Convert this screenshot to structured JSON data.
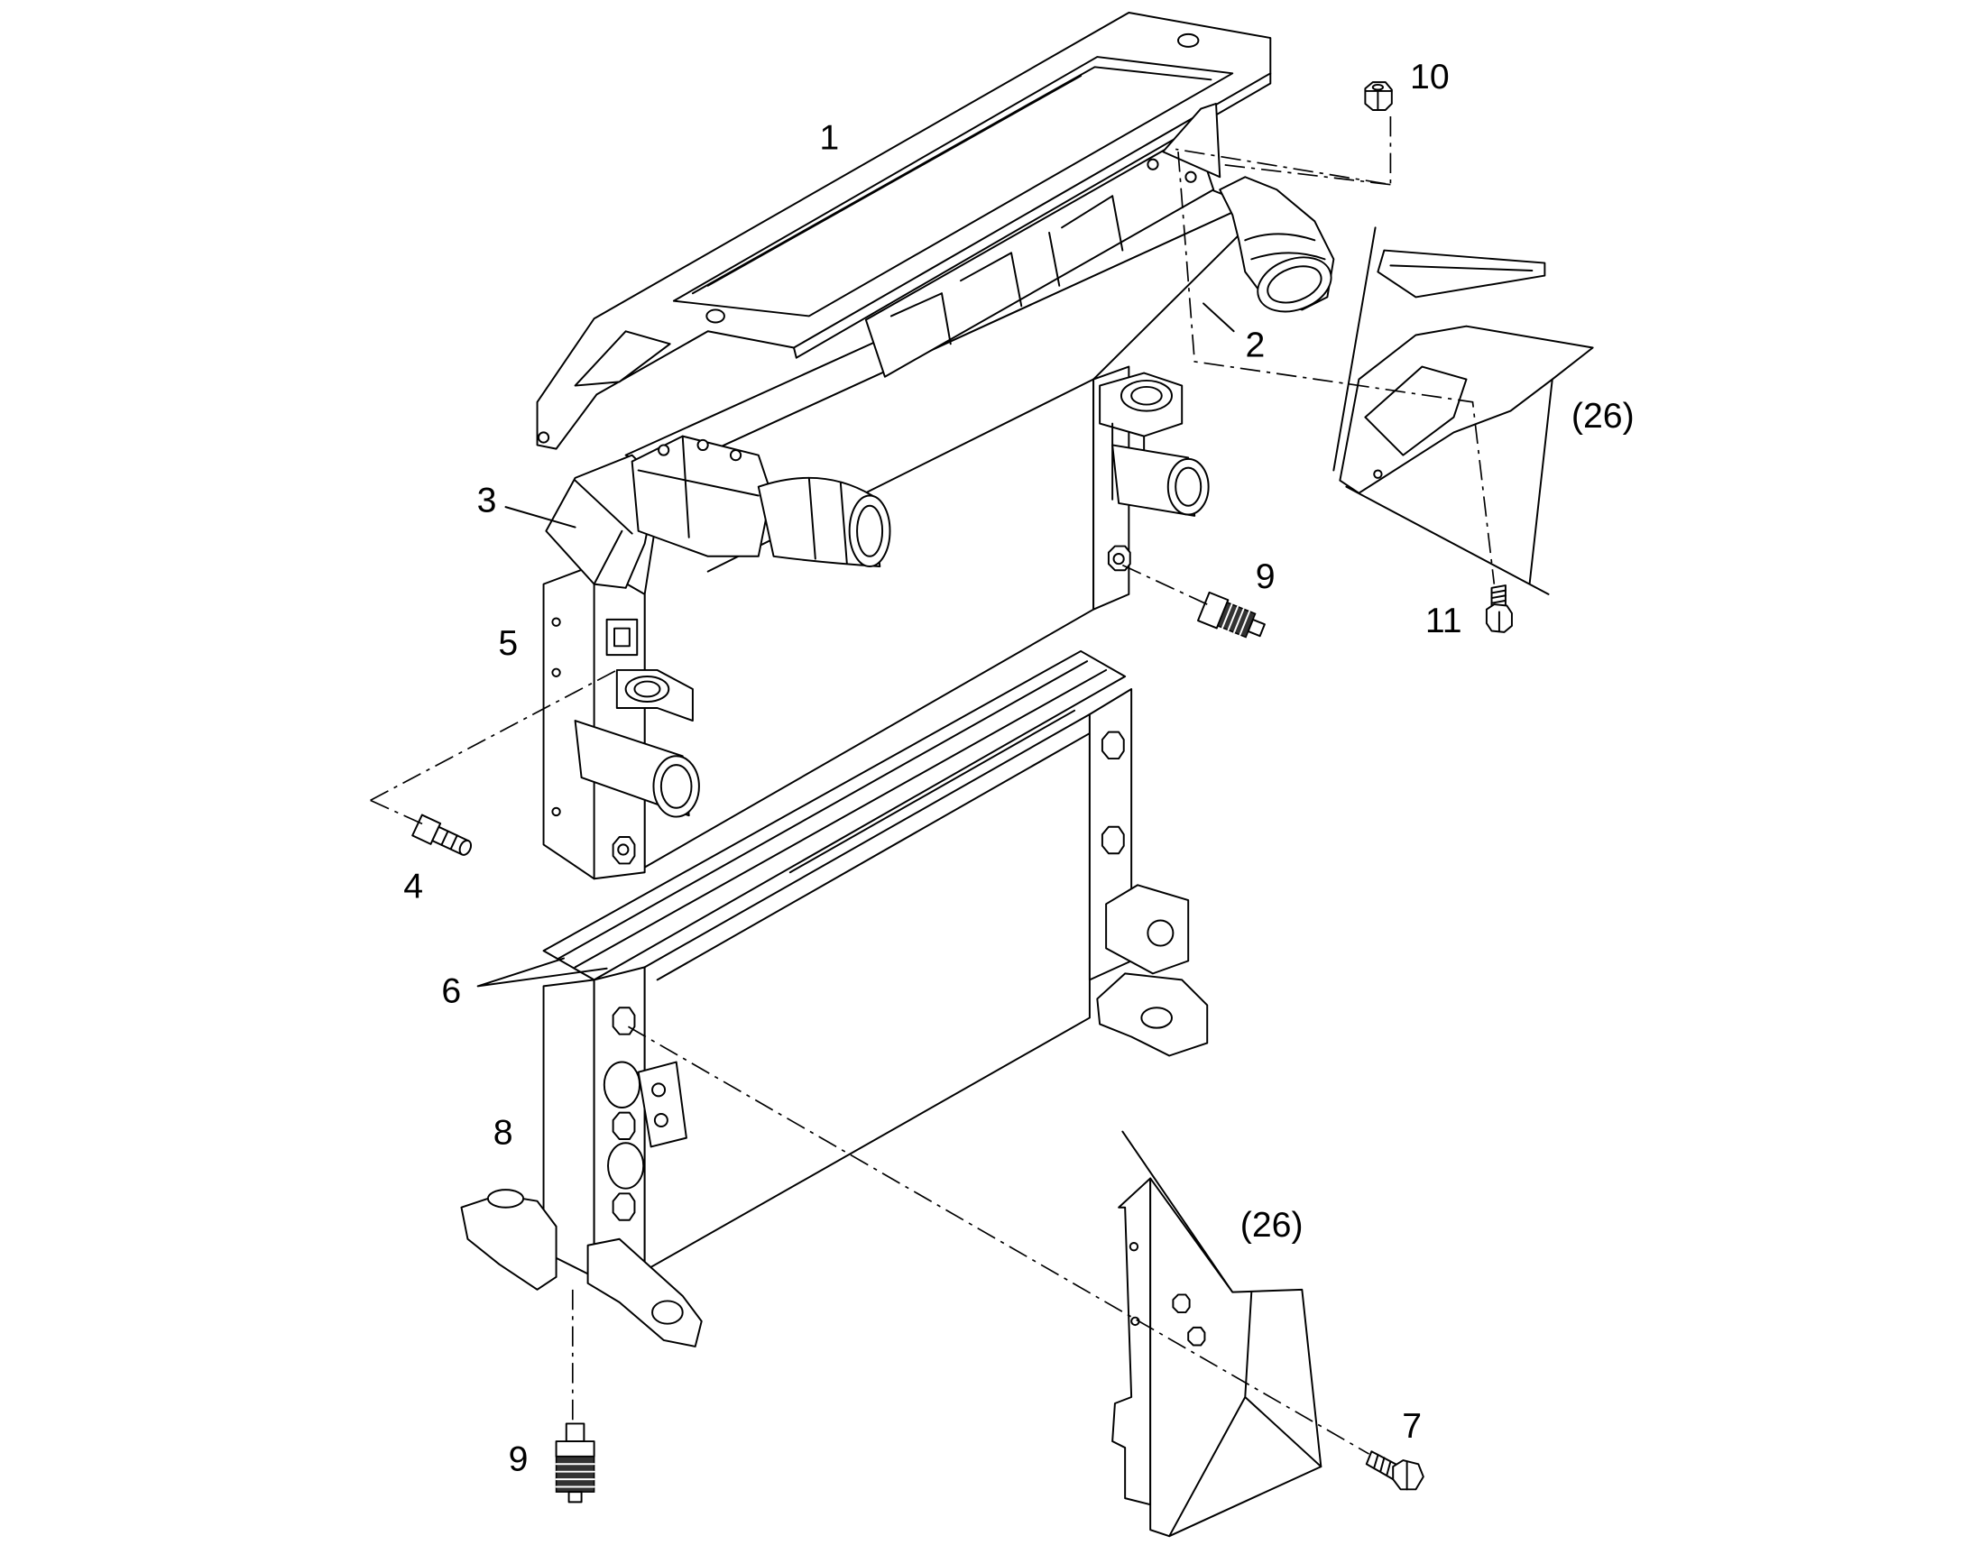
{
  "callouts": [
    "1",
    "2",
    "3",
    "4",
    "5",
    "6",
    "7",
    "8",
    "9",
    "9",
    "10",
    "11",
    "(26)",
    "(26)"
  ],
  "colors": {
    "line": "#000000",
    "background": "#ffffff"
  }
}
